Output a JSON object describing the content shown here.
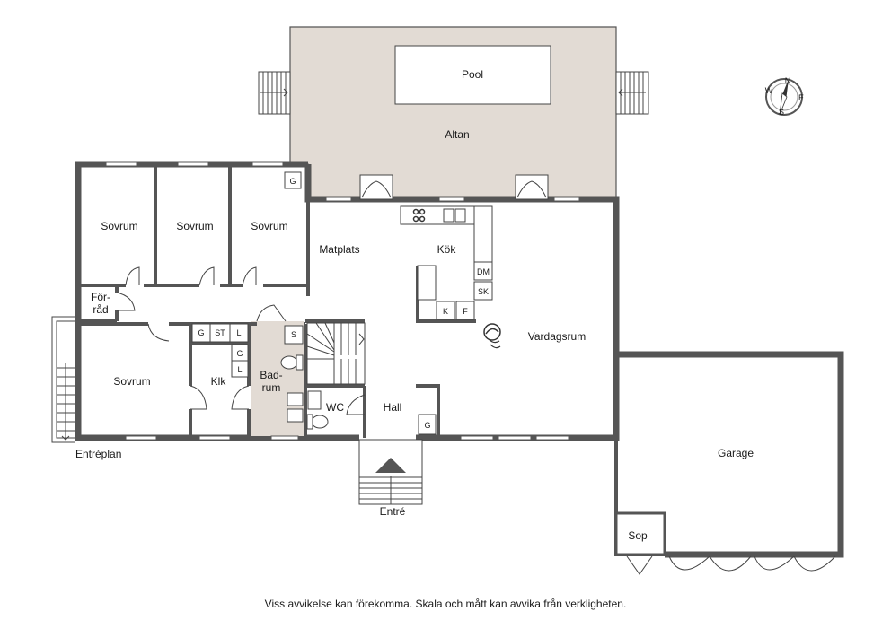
{
  "labels": {
    "pool": "Pool",
    "altan": "Altan",
    "sovrum1": "Sovrum",
    "sovrum2": "Sovrum",
    "sovrum3": "Sovrum",
    "sovrum4": "Sovrum",
    "matplats": "Matplats",
    "kok": "Kök",
    "forrad_1": "För-",
    "forrad_2": "råd",
    "vardagsrum": "Vardagsrum",
    "klk": "Klk",
    "badrum_1": "Bad-",
    "badrum_2": "rum",
    "wc": "WC",
    "hall": "Hall",
    "garage": "Garage",
    "sop": "Sop",
    "entreplan": "Entréplan",
    "entre": "Entré"
  },
  "fixtures": {
    "g_top": "G",
    "dm": "DM",
    "sk": "SK",
    "k": "K",
    "f": "F",
    "g_closet": "G",
    "st": "ST",
    "l_closet": "L",
    "g_klk": "G",
    "l_klk": "L",
    "s_bath": "S",
    "g_hall": "G"
  },
  "compass": {
    "n": "N",
    "e": "E",
    "s": "S",
    "w": "W"
  },
  "footer": {
    "disclaimer": "Viss avvikelse kan förekomma. Skala och mått kan avvika från verkligheten."
  },
  "colors": {
    "deck": "#e2dbd4",
    "wall": "#555555",
    "background": "#ffffff"
  }
}
